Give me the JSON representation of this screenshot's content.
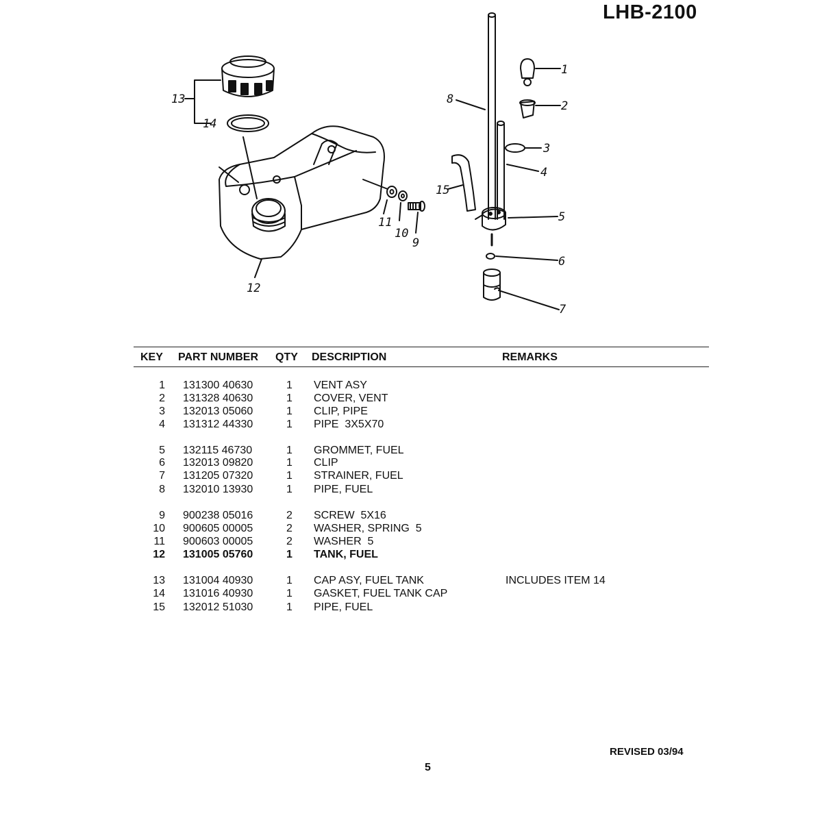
{
  "document": {
    "model": "LHB-2100",
    "revised": "REVISED 03/94",
    "page_number": "5"
  },
  "diagram": {
    "callouts": [
      "1",
      "2",
      "3",
      "4",
      "5",
      "6",
      "7",
      "8",
      "9",
      "10",
      "11",
      "12",
      "13",
      "14",
      "15"
    ]
  },
  "parts_table": {
    "headers": {
      "key": "KEY",
      "part_number": "PART NUMBER",
      "qty": "QTY",
      "description": "DESCRIPTION",
      "remarks": "REMARKS"
    },
    "rows": [
      {
        "key": "1",
        "part_number": "131300 40630",
        "qty": "1",
        "description": "VENT ASY",
        "remarks": ""
      },
      {
        "key": "2",
        "part_number": "131328 40630",
        "qty": "1",
        "description": "COVER, VENT",
        "remarks": ""
      },
      {
        "key": "3",
        "part_number": "132013 05060",
        "qty": "1",
        "description": "CLIP, PIPE",
        "remarks": ""
      },
      {
        "key": "4",
        "part_number": "131312 44330",
        "qty": "1",
        "description": "PIPE  3X5X70",
        "remarks": ""
      },
      {
        "key": "5",
        "part_number": "132115 46730",
        "qty": "1",
        "description": "GROMMET, FUEL",
        "remarks": ""
      },
      {
        "key": "6",
        "part_number": "132013 09820",
        "qty": "1",
        "description": "CLIP",
        "remarks": ""
      },
      {
        "key": "7",
        "part_number": "131205 07320",
        "qty": "1",
        "description": "STRAINER, FUEL",
        "remarks": ""
      },
      {
        "key": "8",
        "part_number": "132010 13930",
        "qty": "1",
        "description": "PIPE, FUEL",
        "remarks": ""
      },
      {
        "key": "9",
        "part_number": "900238 05016",
        "qty": "2",
        "description": "SCREW  5X16",
        "remarks": ""
      },
      {
        "key": "10",
        "part_number": "900605 00005",
        "qty": "2",
        "description": "WASHER, SPRING  5",
        "remarks": ""
      },
      {
        "key": "11",
        "part_number": "900603 00005",
        "qty": "2",
        "description": "WASHER  5",
        "remarks": ""
      },
      {
        "key": "12",
        "part_number": "131005 05760",
        "qty": "1",
        "description": "TANK, FUEL",
        "remarks": ""
      },
      {
        "key": "13",
        "part_number": "131004 40930",
        "qty": "1",
        "description": "CAP ASY, FUEL TANK",
        "remarks": "INCLUDES ITEM 14"
      },
      {
        "key": "14",
        "part_number": "131016 40930",
        "qty": "1",
        "description": "GASKET, FUEL TANK CAP",
        "remarks": ""
      },
      {
        "key": "15",
        "part_number": "132012 51030",
        "qty": "1",
        "description": "PIPE, FUEL",
        "remarks": ""
      }
    ]
  }
}
